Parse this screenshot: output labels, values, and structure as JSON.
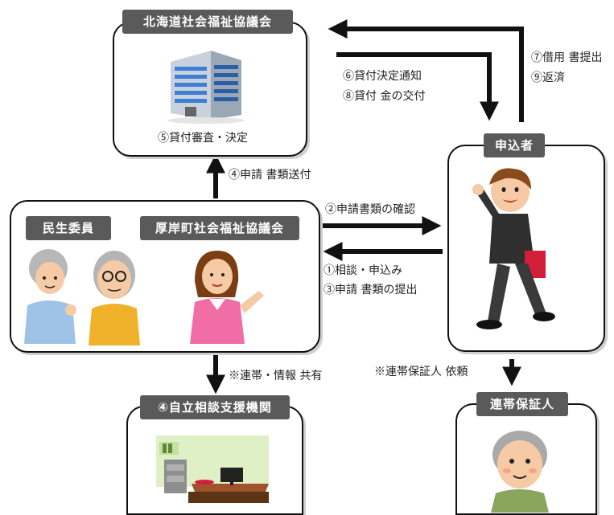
{
  "nodes": {
    "council_hokkaido": {
      "title": "北海道社会福祉協議会",
      "caption": "⑤貸付審査・決定"
    },
    "applicant": {
      "title": "申込者"
    },
    "local_left_title": "民生委員",
    "local_right_title": "厚岸町社会福祉協議会",
    "support_agency": {
      "title": "④自立相談支援機関"
    },
    "guarantor": {
      "title": "連帯保証人"
    }
  },
  "edges": {
    "top_right_line1": "⑦借用 書提出",
    "top_right_line2": "⑨返済",
    "top_mid_line1": "⑥貸付決定通知",
    "top_mid_line2": "⑧貸付 金の交付",
    "up_left": "④申請 書類送付",
    "mid_right": "②申請書類の確認",
    "mid_left_line1": "①相談・申込み",
    "mid_left_line2": "③申請 書類の提出",
    "bottom_left": "※連帯・情報 共有",
    "bottom_right": "※連帯保証人 依頼"
  },
  "icons": [
    "building-icon",
    "elderly-woman-icon",
    "elderly-man-icon",
    "staff-woman-icon",
    "student-walking-icon",
    "office-desk-icon",
    "elderly-guarantor-icon"
  ]
}
